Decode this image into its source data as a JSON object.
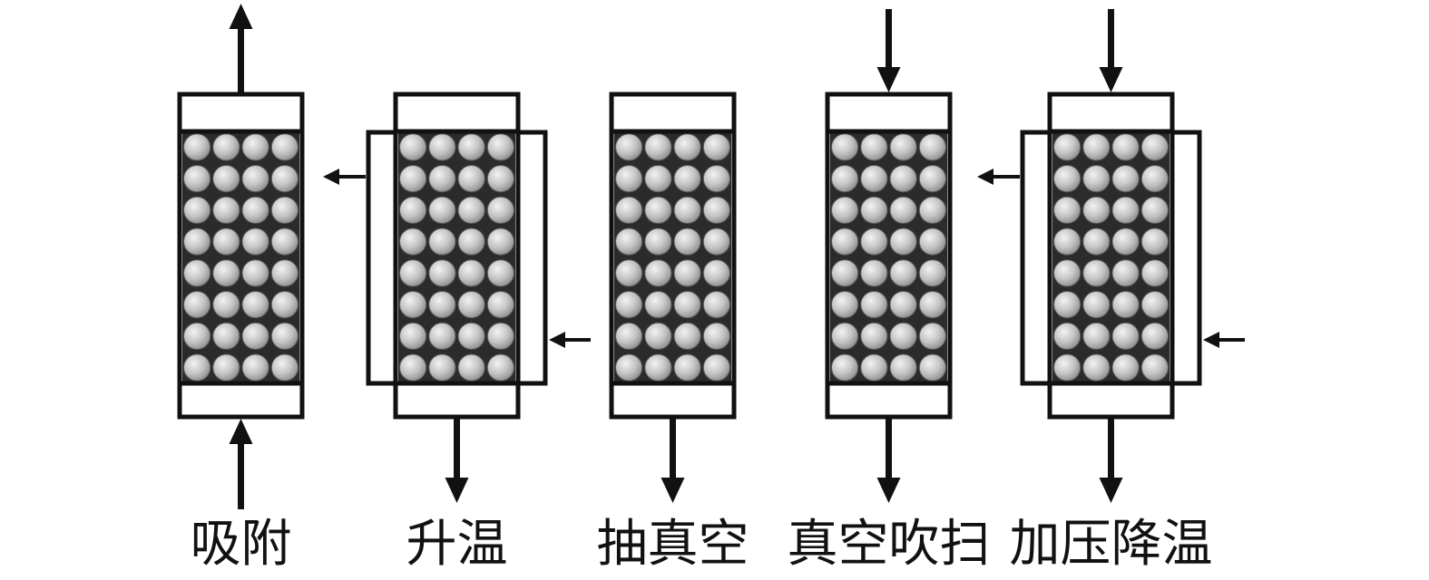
{
  "stages": [
    {
      "label": "吸附",
      "jacket": null,
      "top_flow": "out",
      "bottom_flow": "in"
    },
    {
      "label": "升温",
      "jacket": {
        "inlet_side": "right",
        "outlet_side": "left"
      },
      "top_flow": null,
      "bottom_flow": "out"
    },
    {
      "label": "抽真空",
      "jacket": null,
      "top_flow": null,
      "bottom_flow": "out"
    },
    {
      "label": "真空吹扫",
      "jacket": null,
      "top_flow": "in",
      "bottom_flow": "out"
    },
    {
      "label": "加压降温",
      "jacket": {
        "inlet_side": "right",
        "outlet_side": "left"
      },
      "top_flow": "in",
      "bottom_flow": "out"
    }
  ],
  "colors": {
    "line": "#111111",
    "bed_background": "#2b2b2b",
    "particle_light": "#f2f2f2",
    "particle_dark": "#8c8c8c"
  }
}
